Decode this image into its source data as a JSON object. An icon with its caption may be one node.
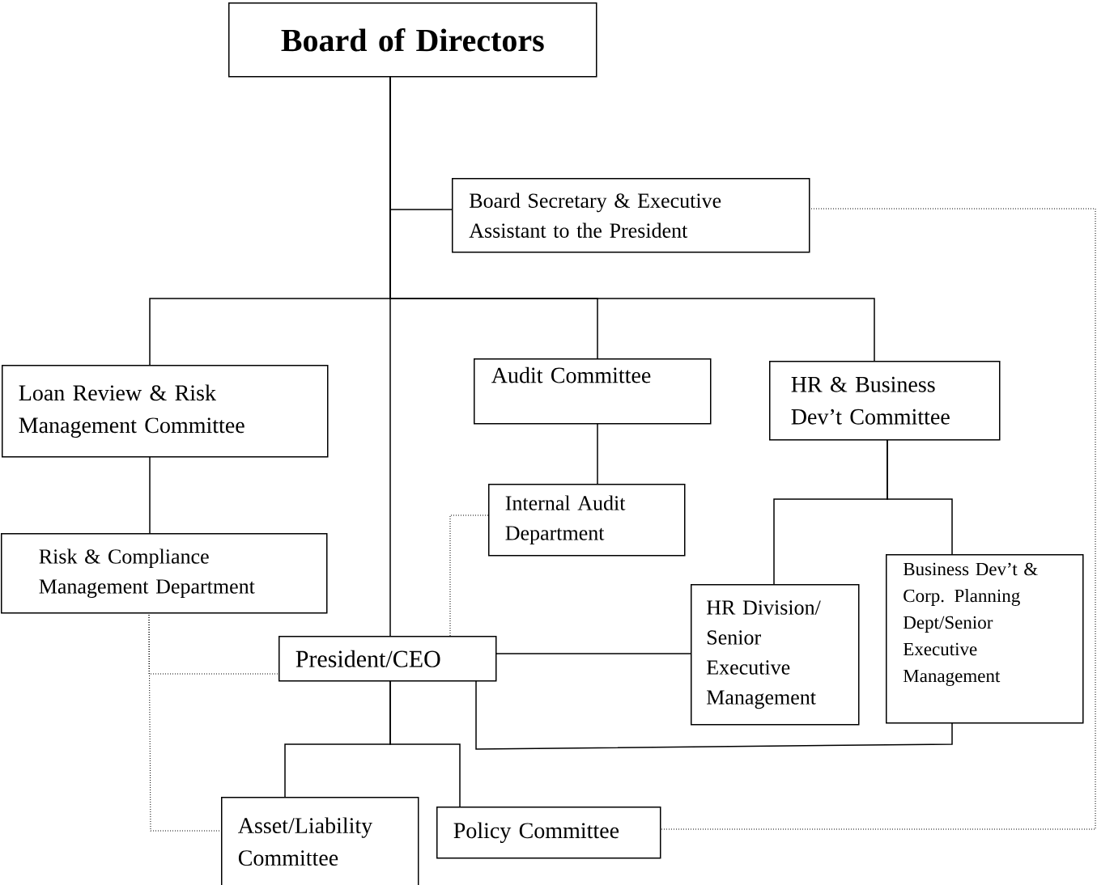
{
  "diagram": {
    "nodes": [
      {
        "text": [
          "Board of Directors"
        ]
      },
      {
        "text": [
          "Board Secretary & Executive Assistant to the President"
        ]
      },
      {
        "text": [
          "Loan Review & Risk Management Committee"
        ]
      },
      {
        "text": [
          "Audit Committee"
        ]
      },
      {
        "text": [
          "HR & Business Dev’t Committee"
        ]
      },
      {
        "text": [
          "Internal Audit Department"
        ]
      },
      {
        "text": [
          "Risk & Compliance Management Department"
        ]
      },
      {
        "text": [
          "President/CEO"
        ]
      },
      {
        "text": [
          "HR Division/ Senior Executive Management"
        ]
      },
      {
        "text": [
          "Business Dev’t & Corp. Planning Dept/Senior Executive Management"
        ]
      },
      {
        "text": [
          "Asset/Liability Committee"
        ]
      },
      {
        "text": [
          "Policy Committee"
        ]
      }
    ],
    "edges": [
      {
        "from": 0,
        "to": 7,
        "arrow": "none"
      },
      {
        "from": 0,
        "to": 1,
        "arrow": "none"
      },
      {
        "from": 0,
        "to": 2,
        "arrow": "none"
      },
      {
        "from": 0,
        "to": 3,
        "arrow": "none"
      },
      {
        "from": 0,
        "to": 4,
        "arrow": "none"
      },
      {
        "from": 3,
        "to": 5,
        "arrow": "none"
      },
      {
        "from": 2,
        "to": 6,
        "arrow": "none"
      },
      {
        "from": 4,
        "to": 8,
        "arrow": "none"
      },
      {
        "from": 4,
        "to": 9,
        "arrow": "none"
      },
      {
        "from": 7,
        "to": 8,
        "arrow": "none"
      },
      {
        "from": 7,
        "to": 10,
        "arrow": "none"
      },
      {
        "from": 7,
        "to": 11,
        "arrow": "none"
      },
      {
        "from": 7,
        "to": 9,
        "arrow": "none"
      },
      {
        "from": 5,
        "to": 7,
        "arrow": "none",
        "style": "dashed"
      },
      {
        "from": 6,
        "to": 7,
        "arrow": "none",
        "style": "dashed"
      },
      {
        "from": 6,
        "to": 10,
        "arrow": "none",
        "style": "dashed"
      },
      {
        "from": 1,
        "to": 11,
        "arrow": "none",
        "style": "dashed"
      }
    ]
  }
}
